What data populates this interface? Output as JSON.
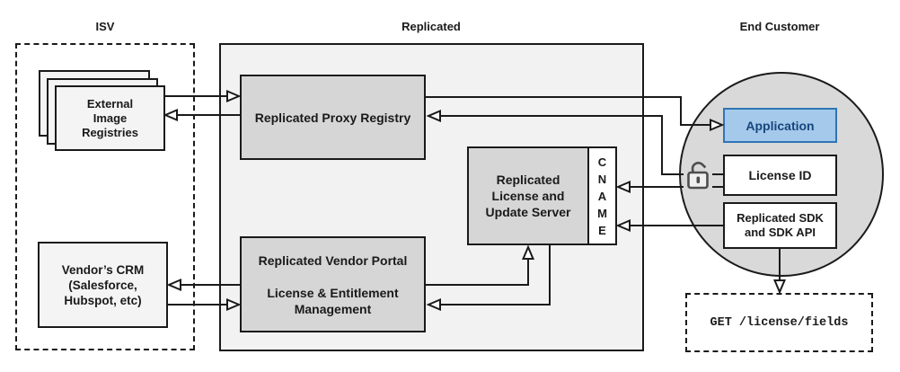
{
  "titles": {
    "isv": "ISV",
    "replicated": "Replicated",
    "end_customer": "End Customer"
  },
  "isv": {
    "registries": {
      "lines": [
        "External",
        "Image",
        "Registries"
      ]
    },
    "crm": {
      "lines": [
        "Vendor’s CRM",
        "(Salesforce,",
        "Hubspot, etc)"
      ]
    }
  },
  "replicated": {
    "proxy_registry": {
      "label": "Replicated Proxy Registry"
    },
    "vendor_portal": {
      "lines": [
        "Replicated Vendor Portal",
        "License & Entitlement Management"
      ]
    },
    "license_update_server": {
      "lines": [
        "Replicated",
        "License and",
        "Update Server"
      ]
    },
    "cname": {
      "label": "CNAME",
      "letters": [
        "C",
        "N",
        "A",
        "M",
        "E"
      ]
    }
  },
  "end_customer": {
    "application": {
      "label": "Application"
    },
    "license_id": {
      "label": "License ID"
    },
    "sdk": {
      "lines": [
        "Replicated SDK",
        "and SDK API"
      ]
    },
    "api_request": {
      "label": "GET /license/fields"
    }
  },
  "icons": {
    "lock": "unlocked-padlock-icon"
  },
  "colors": {
    "application_fill": "#a4c9ea",
    "application_border": "#2e75b6",
    "application_text": "#17457e",
    "inner_box_fill": "#d6d6d6",
    "outer_box_fill": "#f2f2f3",
    "circle_fill": "#d9d9d9",
    "line": "#1a1a1a"
  }
}
